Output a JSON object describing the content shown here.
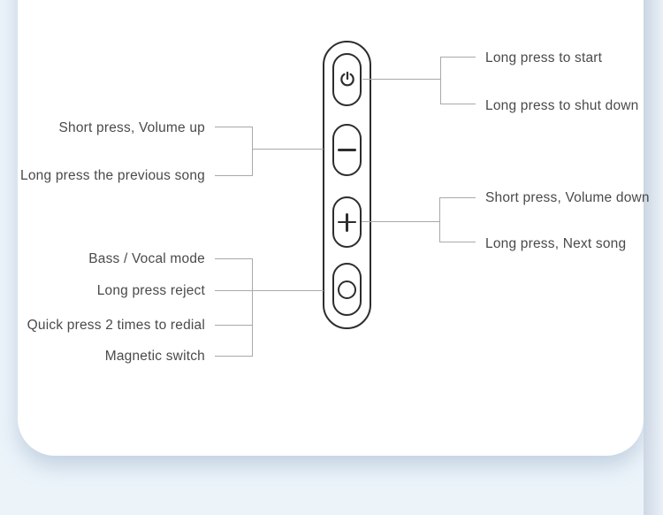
{
  "diagram": {
    "subject": "headset-inline-remote-button-guide"
  },
  "colors": {
    "page_bg": "#ecf4fa",
    "card_bg": "#ffffff",
    "outline": "#2d2d2d",
    "connector": "#a9a9a9",
    "text": "#4a4a4a",
    "edge_strip": "#c9d4e2"
  },
  "buttons": [
    {
      "id": "power",
      "icon": "power-icon"
    },
    {
      "id": "volume",
      "icon": "minus-icon"
    },
    {
      "id": "volume2",
      "icon": "plus-icon"
    },
    {
      "id": "multifunction",
      "icon": "circle-icon"
    }
  ],
  "labels": {
    "left_top": [
      "Short press, Volume up",
      "Long press the previous song"
    ],
    "left_bottom": [
      "Bass / Vocal mode",
      "Long press reject",
      "Quick press 2 times to redial",
      "Magnetic switch"
    ],
    "right_top": [
      "Long press to start",
      "Long press to shut down"
    ],
    "right_mid": [
      "Short press, Volume down",
      "Long press, Next song"
    ]
  }
}
